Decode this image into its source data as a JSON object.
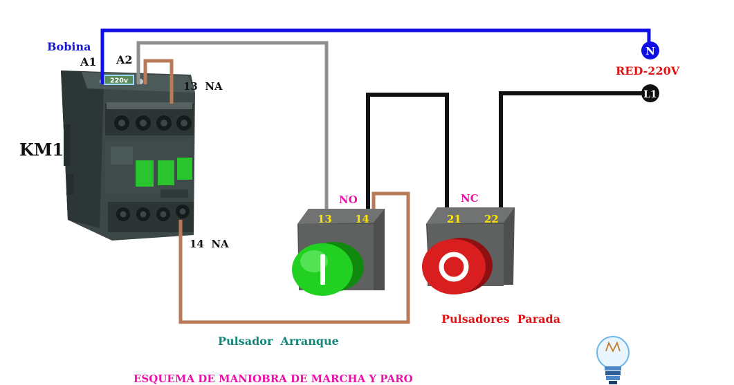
{
  "labels": {
    "bobina": "Bobina",
    "a1": "A1",
    "a2": "A2",
    "coil_rating": "220v",
    "km1": "KM1",
    "contact_13": "13  NA",
    "contact_14": "14  NA",
    "n": "N",
    "l1": "L1",
    "red": "RED-220V",
    "no": "NO",
    "nc": "NC",
    "t13": "13",
    "t14": "14",
    "t21": "21",
    "t22": "22",
    "start_caption": "Pulsador  Arranque",
    "stop_caption": "Pulsadores  Parada",
    "title": "ESQUEMA DE MANIOBRA DE MARCHA Y PARO"
  },
  "colors": {
    "neutral_wire": "#1010e6",
    "phase_wire": "#111111",
    "coil_return_wire": "#8f8f8f",
    "self_hold_wire": "#b87a58",
    "contactor_body": "#3c4848",
    "start_button": "#22d022",
    "stop_button": "#d81e1e",
    "label_blue": "#1a1ad6",
    "label_red": "#e01414",
    "label_magenta": "#ee10a8",
    "label_teal": "#13877a",
    "terminal_yellow": "#ffe600"
  },
  "icons": {
    "coil_terminal": "screw-terminal-icon",
    "start_symbol": "line-start-icon",
    "stop_symbol": "circle-stop-icon",
    "idea": "light-bulb-icon"
  }
}
